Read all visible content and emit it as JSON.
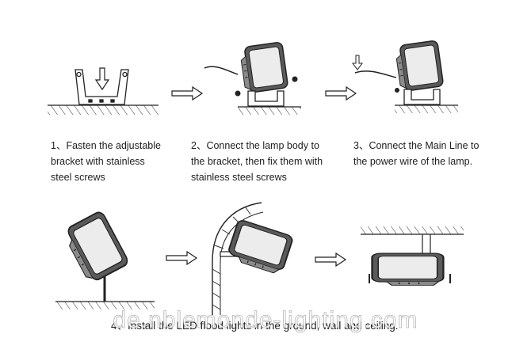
{
  "steps": [
    {
      "number": "1、",
      "lines": [
        "Fasten the adjustable",
        "bracket with stainless",
        "steel screws"
      ]
    },
    {
      "number": "2、",
      "lines": [
        "Connect the lamp body to",
        "the bracket, then fix them with",
        "stainless steel screws"
      ]
    },
    {
      "number": "3、",
      "lines": [
        "Connect the Main Line to",
        "the power wire of the lamp."
      ]
    }
  ],
  "step4": {
    "number": "4、",
    "text": "Install the LED flood lights in the ground, wall and ceiling."
  },
  "watermark": "de.nblemonde-lighting.com",
  "colors": {
    "line": "#2a2a2a",
    "lamp_body": "#555555",
    "panel": "#e6e6e6",
    "text": "#1e1e1e"
  },
  "icons": [
    "bracket",
    "flood-light",
    "down-arrow",
    "right-arrow",
    "screw",
    "power-wire",
    "ground-hatch",
    "wall",
    "ceiling"
  ]
}
